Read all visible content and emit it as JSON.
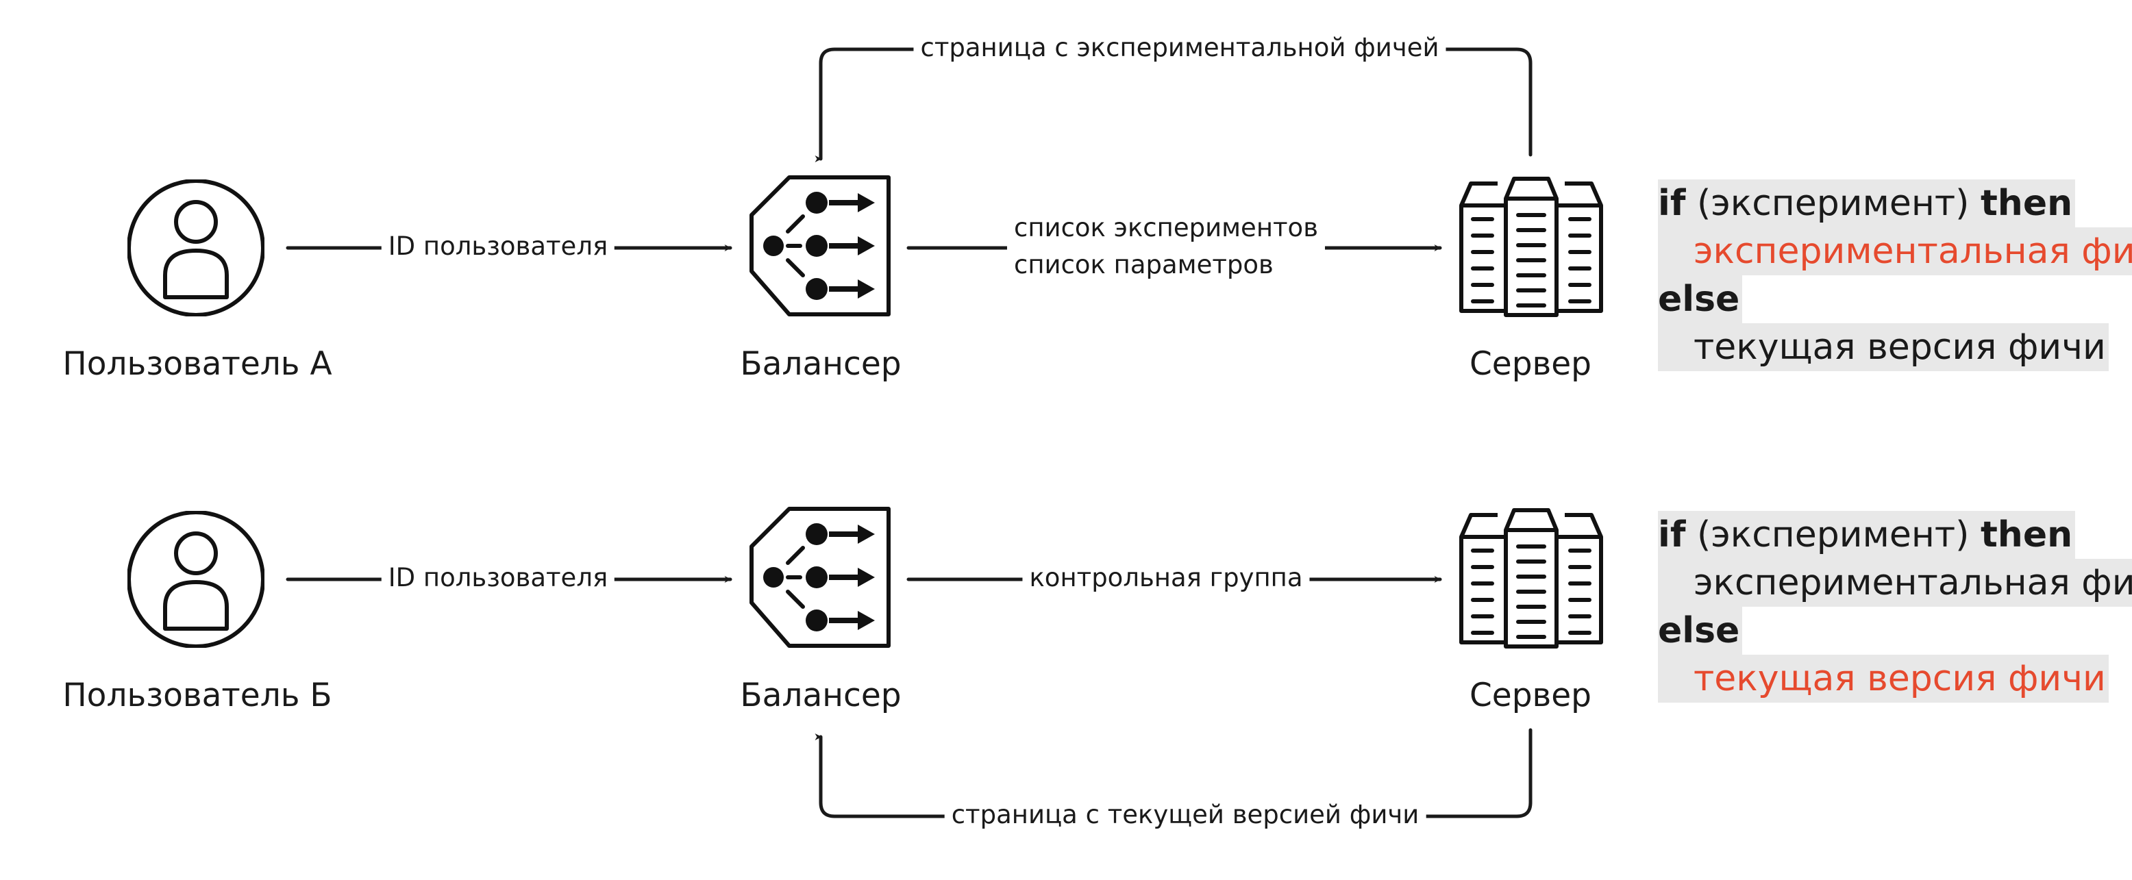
{
  "colors": {
    "line": "#1a1a1a",
    "highlight": "#e64a2e",
    "code_bg": "#e8e8e8"
  },
  "icons": {
    "user": "user-icon",
    "balancer": "balancer-icon",
    "server": "server-icon"
  },
  "row_a": {
    "user_caption": "Пользователь А",
    "balancer_caption": "Балансер",
    "server_caption": "Сервер",
    "edge_user_balancer": "ID пользователя",
    "edge_balancer_server_line1": "список экспериментов",
    "edge_balancer_server_line2": "список параметров",
    "edge_server_balancer": "страница с экспериментальной фичей",
    "code": {
      "kw_if": "if",
      "condition": " (эксперимент) ",
      "kw_then": "then",
      "branch_then": "экспериментальная фича",
      "kw_else": "else",
      "branch_else": "текущая версия фичи"
    }
  },
  "row_b": {
    "user_caption": "Пользователь Б",
    "balancer_caption": "Балансер",
    "server_caption": "Сервер",
    "edge_user_balancer": "ID пользователя",
    "edge_balancer_server": "контрольная группа",
    "edge_server_balancer": "страница с текущей версией фичи",
    "code": {
      "kw_if": "if",
      "condition": " (эксперимент) ",
      "kw_then": "then",
      "branch_then": "экспериментальная фича",
      "kw_else": "else",
      "branch_else": "текущая версия фичи"
    }
  }
}
